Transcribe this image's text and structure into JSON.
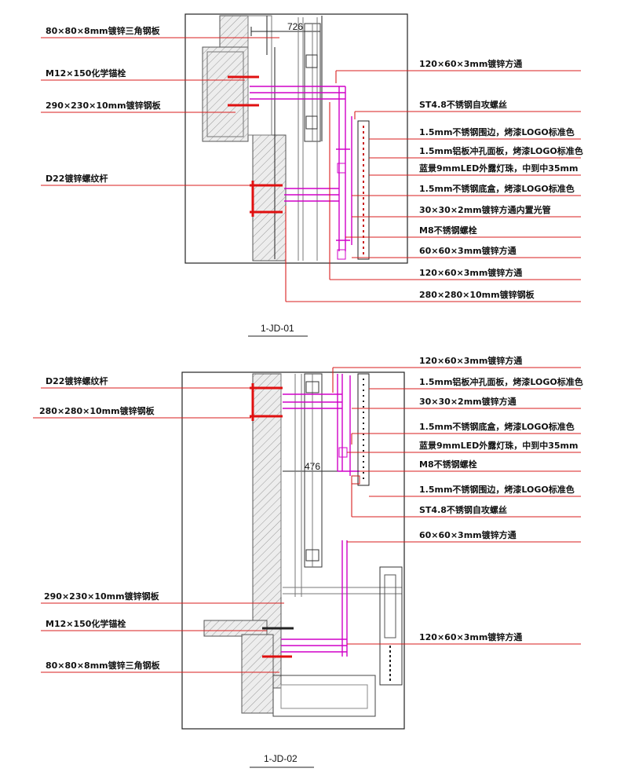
{
  "details": [
    {
      "id": "d1",
      "title": "1-JD-01",
      "dimension": "726",
      "left_labels": [
        "80×80×8mm镀锌三角钢板",
        "M12×150化学锚栓",
        "290×230×10mm镀锌钢板",
        "D22镀锌螺纹杆"
      ],
      "right_labels": [
        "120×60×3mm镀锌方通",
        "ST4.8不锈钢自攻螺丝",
        "1.5mm不锈钢围边，烤漆LOGO标准色",
        "1.5mm铝板冲孔面板，烤漆LOGO标准色",
        "蓝景9mmLED外露灯珠，中到中35mm",
        "1.5mm不锈钢底盒，烤漆LOGO标准色",
        "30×30×2mm镀锌方通内置光管",
        "M8不锈钢螺栓",
        "60×60×3mm镀锌方通",
        "120×60×3mm镀锌方通",
        "280×280×10mm镀锌钢板"
      ]
    },
    {
      "id": "d2",
      "title": "1-JD-02",
      "dimension": "476",
      "left_labels": [
        "D22镀锌螺纹杆",
        "280×280×10mm镀锌钢板",
        "290×230×10mm镀锌钢板",
        "M12×150化学锚栓",
        "80×80×8mm镀锌三角钢板"
      ],
      "right_labels": [
        "120×60×3mm镀锌方通",
        "1.5mm铝板冲孔面板，烤漆LOGO标准色",
        "30×30×2mm镀锌方通",
        "1.5mm不锈钢底盒，烤漆LOGO标准色",
        "蓝景9mmLED外露灯珠，中到中35mm",
        "M8不锈钢螺栓",
        "1.5mm不锈钢围边，烤漆LOGO标准色",
        "ST4.8不锈钢自攻螺丝",
        "60×60×3mm镀锌方通",
        "120×60×3mm镀锌方通"
      ]
    }
  ],
  "colors": {
    "leader": "#d91e1e",
    "steel": "#d100c8",
    "bolt": "#e01010",
    "line": "#222222"
  }
}
